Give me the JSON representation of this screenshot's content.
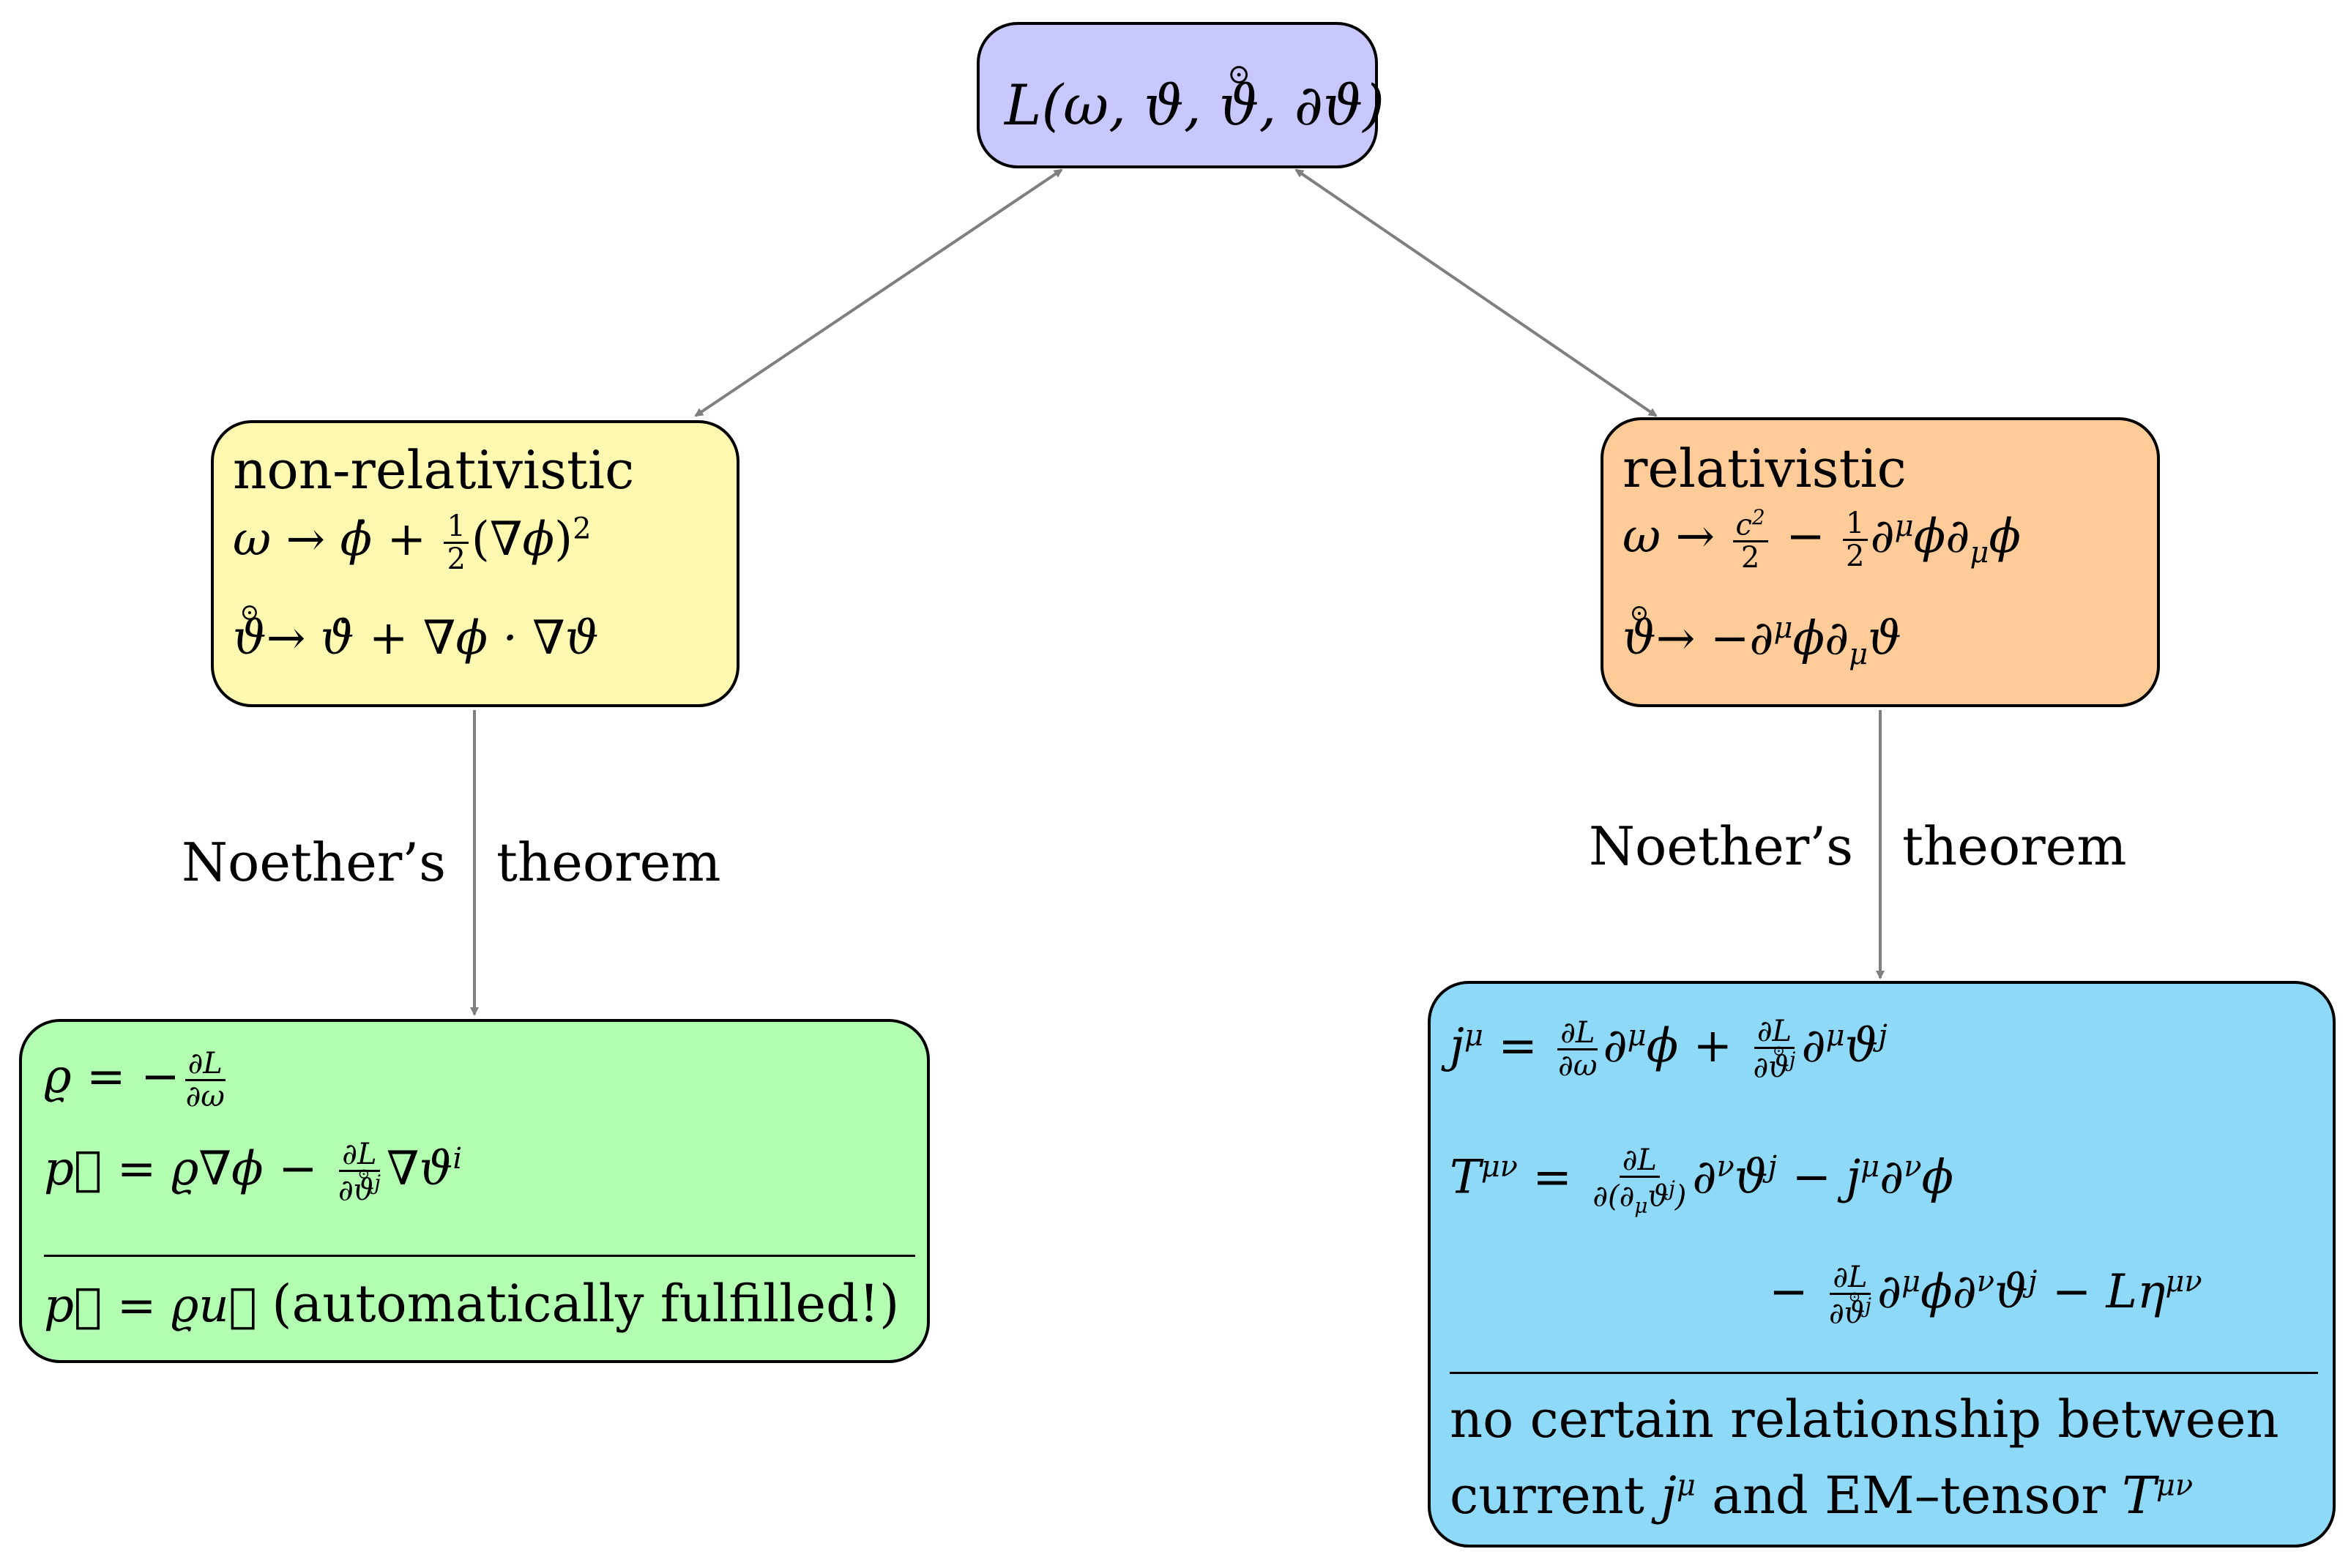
{
  "top": {
    "text": "L(ω, ϑ, ϑ, ∂ϑ)"
  },
  "nonrel": {
    "title": "non-relativistic",
    "eq1": "ω → ϕ̇ + ½(∇ϕ)²",
    "eq2": "ϑ → ϑ̇ + ∇ϕ · ∇ϑ"
  },
  "rel": {
    "title": "relativistic",
    "eq1": "ω → c²/2 − ½∂^μϕ∂_μϕ",
    "eq2": "ϑ → −∂^μϕ∂_μϑ"
  },
  "edge_left": {
    "a": "Noether’s",
    "b": "theorem"
  },
  "edge_right": {
    "a": "Noether’s",
    "b": "theorem"
  },
  "green": {
    "eq1": "ϱ = −∂L/∂ω",
    "eq2": "p⃗ = ϱ∇ϕ − ∂L/∂ϑ^j ∇ϑ^i",
    "conclusion": "p⃗ = ϱu⃗ (automatically fulfilled!)"
  },
  "blue": {
    "eq1": "j^μ = ∂L/∂ω ∂^μϕ + ∂L/∂ϑ^j ∂^μϑ^j",
    "eq2": "T^μν = ∂L/∂(∂_μϑ^j) ∂^νϑ^j − j^μ∂^νϕ",
    "eq3": "− ∂L/∂ϑ^j ∂^μϕ∂^νϑ^j − Lη^μν",
    "conclusion_line1": "no certain relationship between",
    "conclusion_line2": "current j^μ and EM–tensor T^μν"
  },
  "colors": {
    "top": "#c8c8ff",
    "nonrel": "#fff8b0",
    "rel": "#ffcc99",
    "green": "#b2ffb2",
    "blue": "#8ed8f8",
    "arrow": "#7f7f7f"
  }
}
